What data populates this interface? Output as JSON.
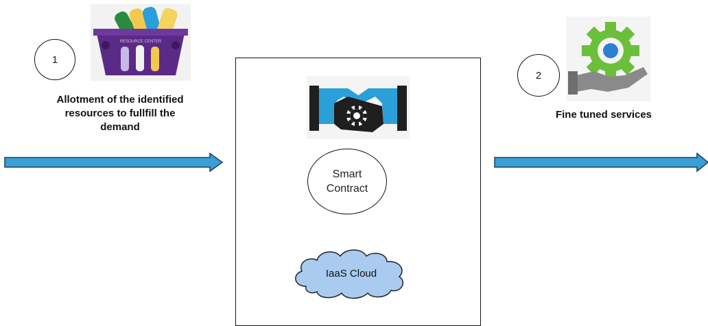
{
  "step1": {
    "number": "1",
    "caption_lines": [
      "Allotment of the identified",
      "resources to fullfill the",
      "demand"
    ],
    "basket_text": "RESOURCE CENTER"
  },
  "step2": {
    "number": "2",
    "caption": "Fine tuned services"
  },
  "center": {
    "smart_contract_lines": [
      "Smart",
      "Contract"
    ],
    "cloud_label": "IaaS Cloud"
  },
  "colors": {
    "arrow_fill": "#3a9fd6",
    "arrow_stroke": "#1b3f66",
    "cloud_fill": "#a9cbef",
    "cloud_stroke": "#222222",
    "basket": "#5b2a86",
    "gear_green": "#6bbf3b",
    "hand_gray": "#8a8a8a",
    "handshake_blue": "#2a9fd8"
  },
  "icons": [
    "resource-basket-icon",
    "handshake-gear-icon",
    "gear-hand-icon",
    "cloud-icon"
  ]
}
